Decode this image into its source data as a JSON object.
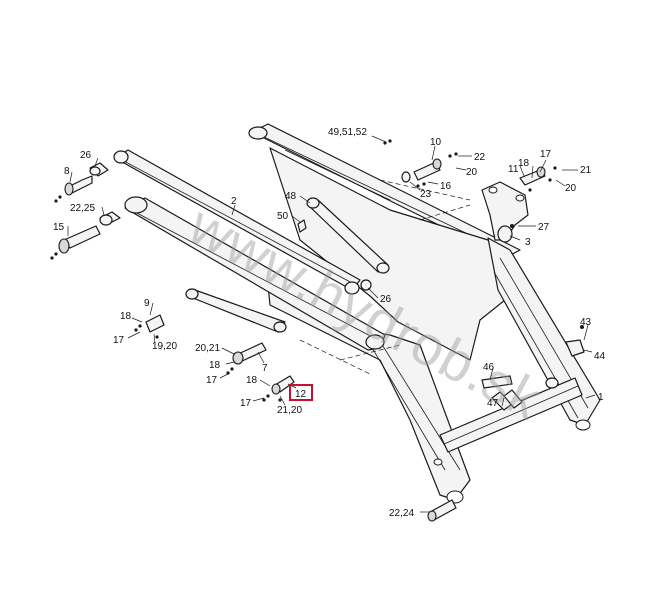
{
  "watermark": "www.hydrob.sk",
  "highlight_color": "#c8102e",
  "callouts": [
    {
      "id": "c1",
      "text": "49,51,52"
    },
    {
      "id": "c2",
      "text": "10"
    },
    {
      "id": "c3",
      "text": "22"
    },
    {
      "id": "c4",
      "text": "16"
    },
    {
      "id": "c5",
      "text": "20"
    },
    {
      "id": "c6",
      "text": "23"
    },
    {
      "id": "c7",
      "text": "17"
    },
    {
      "id": "c8",
      "text": "11"
    },
    {
      "id": "c9",
      "text": "18"
    },
    {
      "id": "c10",
      "text": "21"
    },
    {
      "id": "c11",
      "text": "20"
    },
    {
      "id": "c12",
      "text": "27"
    },
    {
      "id": "c13",
      "text": "3"
    },
    {
      "id": "c14",
      "text": "26"
    },
    {
      "id": "c15",
      "text": "8"
    },
    {
      "id": "c16",
      "text": "2"
    },
    {
      "id": "c17",
      "text": "22,25"
    },
    {
      "id": "c18",
      "text": "48"
    },
    {
      "id": "c19",
      "text": "50"
    },
    {
      "id": "c20",
      "text": "15"
    },
    {
      "id": "c21",
      "text": "26"
    },
    {
      "id": "c22",
      "text": "9"
    },
    {
      "id": "c23",
      "text": "18"
    },
    {
      "id": "c24",
      "text": "17"
    },
    {
      "id": "c25",
      "text": "19,20"
    },
    {
      "id": "c26",
      "text": "43"
    },
    {
      "id": "c27",
      "text": "44"
    },
    {
      "id": "c28",
      "text": "20,21"
    },
    {
      "id": "c29",
      "text": "18"
    },
    {
      "id": "c30",
      "text": "7"
    },
    {
      "id": "c31",
      "text": "17"
    },
    {
      "id": "c32",
      "text": "46"
    },
    {
      "id": "c33",
      "text": "47"
    },
    {
      "id": "c34",
      "text": "18"
    },
    {
      "id": "c35",
      "text": "12",
      "highlighted": true
    },
    {
      "id": "c36",
      "text": "17"
    },
    {
      "id": "c37",
      "text": "21,20"
    },
    {
      "id": "c38",
      "text": "1"
    },
    {
      "id": "c39",
      "text": "22,24"
    }
  ]
}
